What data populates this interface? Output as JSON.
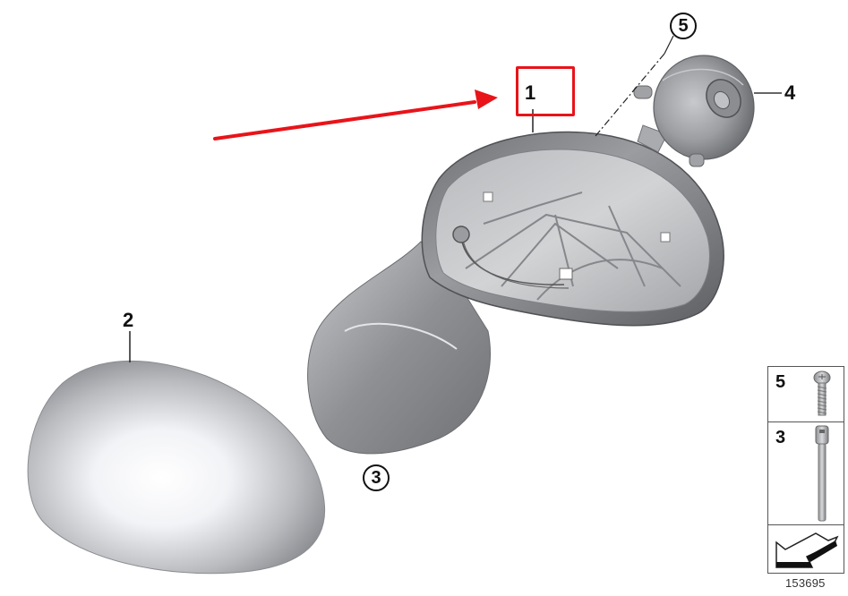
{
  "diagram": {
    "type": "exploded-parts-diagram",
    "subject": "exterior mirror assembly",
    "diagram_number": "153695",
    "highlight_color": "#e8141a",
    "callouts": [
      {
        "id": "1",
        "label": "1",
        "style": "plain",
        "highlighted": true
      },
      {
        "id": "2",
        "label": "2",
        "style": "plain",
        "highlighted": false
      },
      {
        "id": "3",
        "label": "3",
        "style": "circled",
        "highlighted": false
      },
      {
        "id": "4",
        "label": "4",
        "style": "plain",
        "highlighted": false
      },
      {
        "id": "5",
        "label": "5",
        "style": "circled",
        "highlighted": false
      }
    ],
    "legend": {
      "rows": [
        {
          "label": "5",
          "part": "short screw"
        },
        {
          "label": "3",
          "part": "long bolt"
        },
        {
          "label": "",
          "part": "direction-arrow"
        }
      ]
    }
  }
}
